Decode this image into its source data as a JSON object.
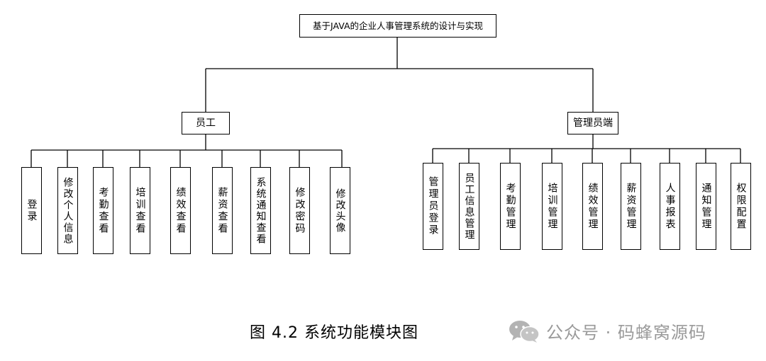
{
  "root": "基于JAVA的企业人事管理系统的设计与实现",
  "employee": {
    "title": "员工",
    "modules": [
      "登录",
      "修改个人信息",
      "考勤查看",
      "培训查看",
      "绩效查看",
      "薪资查看",
      "系统通知查看",
      "修改密码",
      "修改头像"
    ]
  },
  "admin": {
    "title": "管理员端",
    "modules": [
      "管理员登录",
      "员工信息管理",
      "考勤管理",
      "培训管理",
      "绩效管理",
      "薪资管理",
      "人事报表",
      "通知管理",
      "权限配置"
    ]
  },
  "caption": "图 4.2  系统功能模块图",
  "watermark": {
    "icon": "wechat-icon",
    "text": "公众号 · 码蜂窝源码"
  }
}
